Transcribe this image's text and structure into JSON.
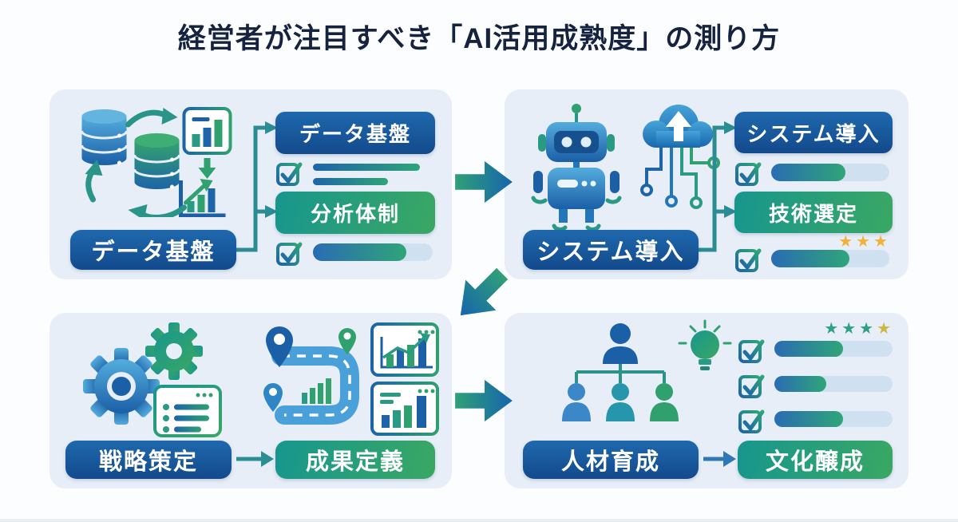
{
  "title": "経営者が注目すべき「AI活用成熟度」の測り方",
  "colors": {
    "panel_bg": "#e7eef7",
    "badge_blue": "#1a5ea3",
    "badge_teal": "#2a9d79",
    "bar_track": "#cfe1f0",
    "bar_fill_start": "#2a6cb3",
    "bar_fill_end": "#2fa578",
    "connector": "#2b8c93",
    "flow_arrow_start": "#30a077",
    "flow_arrow_end": "#1664ad",
    "star_gold": "#f0b23a",
    "star_green": "#2fa083",
    "title_navy": "#16233f"
  },
  "panels": {
    "data_foundation": {
      "main_label": "データ基盤",
      "badge1": "データ基盤",
      "badge2": "分析体制",
      "bars": {
        "line1": 88,
        "line2": 62,
        "progress": 78
      },
      "icons": [
        "database-sync-icon",
        "dashboard-chart-icon",
        "growth-chart-icon"
      ]
    },
    "system_introduction": {
      "main_label": "システム導入",
      "badge1": "システム導入",
      "badge2": "技術選定",
      "bars": {
        "progress1": 63,
        "progress2": 66
      },
      "stars": [
        "#f0b23a",
        "#f0b23a",
        "#f0b23a"
      ],
      "icons": [
        "robot-icon",
        "cloud-upload-icon",
        "circuit-icon"
      ]
    },
    "strategy_planning": {
      "from_label": "戦略策定",
      "to_label": "成果定義",
      "icons": [
        "gears-icon",
        "checklist-icon",
        "roadmap-pins-icon",
        "line-chart-window-icon",
        "bar-chart-window-icon"
      ]
    },
    "talent_development": {
      "from_label": "人材育成",
      "to_label": "文化醸成",
      "bars": {
        "progress1": 58,
        "progress2": 44,
        "progress3": 58
      },
      "stars": [
        "#2fa083",
        "#2fa083",
        "#2fa083",
        "#c9b93f"
      ],
      "icons": [
        "org-chart-icon",
        "lightbulb-icon"
      ]
    }
  }
}
